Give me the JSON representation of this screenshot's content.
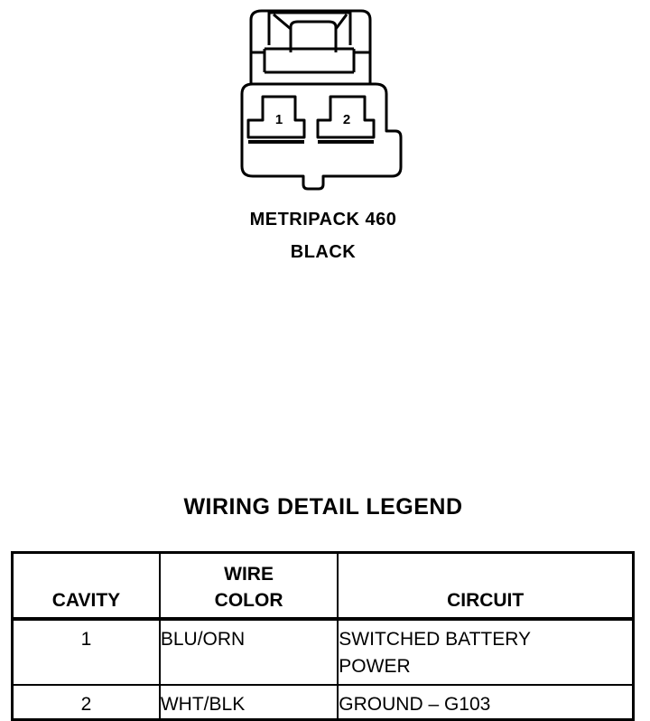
{
  "connector": {
    "name": "METRIPACK 460",
    "color": "BLACK",
    "cavity_labels": [
      "1",
      "2"
    ]
  },
  "legend": {
    "title": "WIRING DETAIL LEGEND",
    "headers": {
      "cavity": "CAVITY",
      "wire_color_line1": "WIRE",
      "wire_color_line2": "COLOR",
      "circuit": "CIRCUIT"
    },
    "rows": [
      {
        "cavity": "1",
        "wire_color": "BLU/ORN",
        "circuit_line1": "SWITCHED BATTERY",
        "circuit_line2": "POWER"
      },
      {
        "cavity": "2",
        "wire_color": "WHT/BLK",
        "circuit_line1": "GROUND – G103",
        "circuit_line2": ""
      }
    ]
  }
}
